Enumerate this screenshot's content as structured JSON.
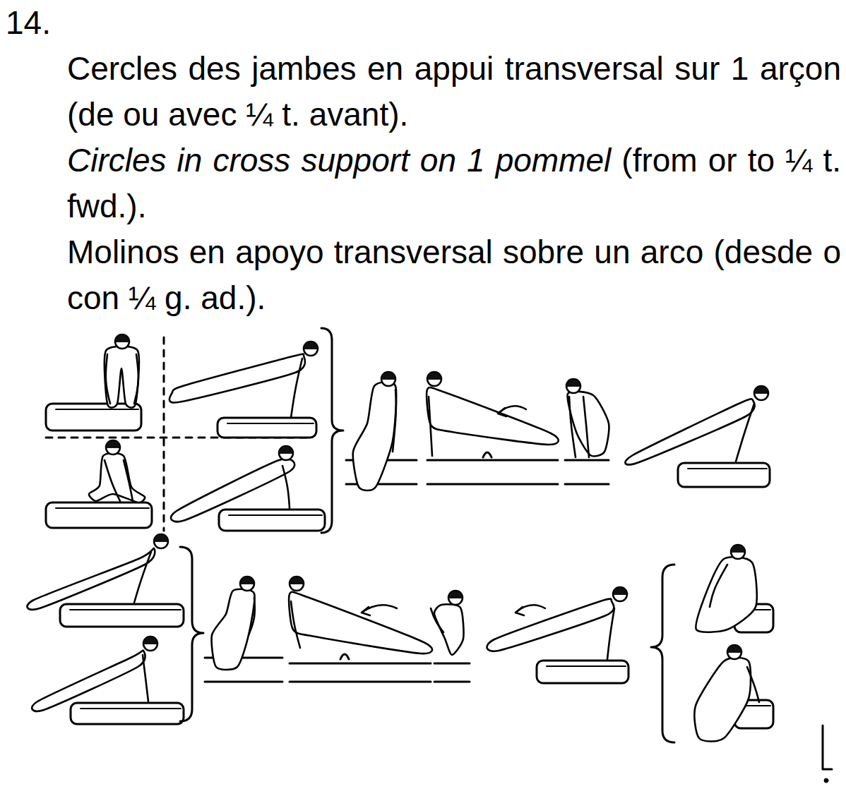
{
  "diagram": {
    "labels": [
      "14.",
      "Cercles des jambes en appui transversal sur 1 arçon (de ou avec ¼ t. avant).",
      "Circles in cross support on 1 pommel",
      "(from or to ¼ t. fwd.).",
      "Molinos en apoyo transversal sobre un arco (desde o con ¼ g. ad.)."
    ]
  }
}
